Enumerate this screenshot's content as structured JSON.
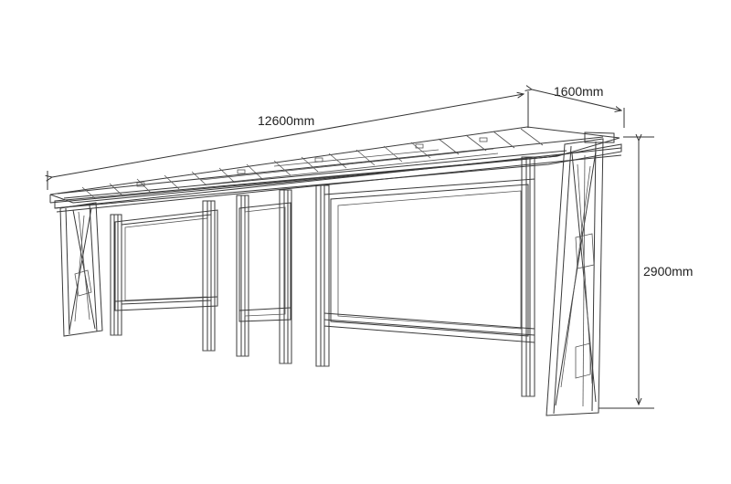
{
  "dimensions": {
    "length": "12600mm",
    "depth": "1600mm",
    "height": "2900mm"
  },
  "colors": {
    "line": "#3a3a3a",
    "background": "#ffffff"
  }
}
